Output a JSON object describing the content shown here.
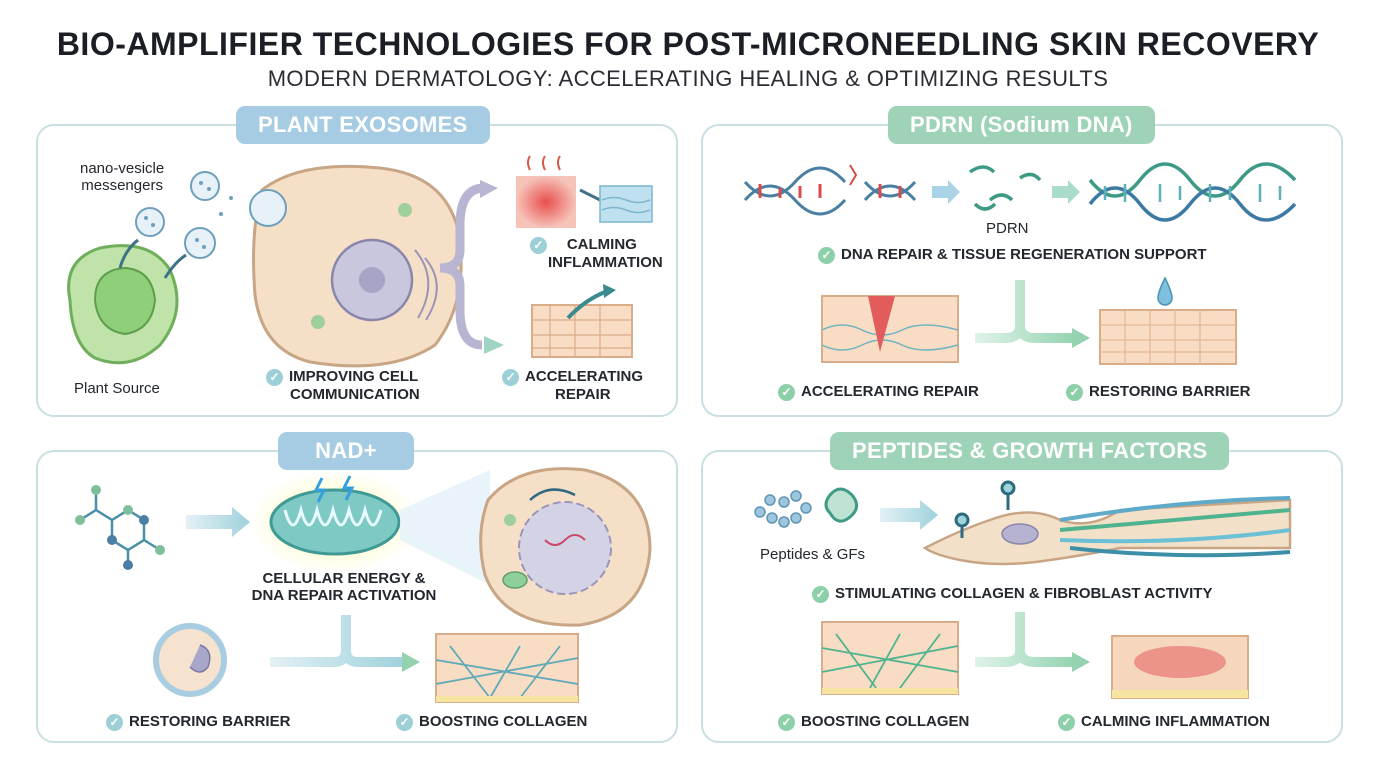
{
  "title": "BIO-AMPLIFIER TECHNOLOGIES FOR POST-MICRONEEDLING SKIN RECOVERY",
  "subtitle": "MODERN DERMATOLOGY: ACCELERATING HEALING & OPTIMIZING RESULTS",
  "colors": {
    "blue_tag": "#a6cce3",
    "green_tag": "#9fd3b8",
    "panel_border": "#c8e0e2",
    "check": "#9ccfd6"
  },
  "panels": {
    "exosomes": {
      "tag": "PLANT EXOSOMES",
      "vesicle_label_1": "nano-vesicle",
      "vesicle_label_2": "messengers",
      "source_label": "Plant Source",
      "benefit_1a": "IMPROVING CELL",
      "benefit_1b": "COMMUNICATION",
      "benefit_2a": "CALMING",
      "benefit_2b": "INFLAMMATION",
      "benefit_3a": "ACCELERATING",
      "benefit_3b": "REPAIR",
      "check_icon": "check-circle-icon"
    },
    "pdrn": {
      "tag": "PDRN (Sodium DNA)",
      "fragment_label": "PDRN",
      "benefit_main": "DNA REPAIR & TISSUE REGENERATION SUPPORT",
      "benefit_1": "ACCELERATING REPAIR",
      "benefit_2": "RESTORING BARRIER"
    },
    "nad": {
      "tag": "NAD+",
      "benefit_main_a": "CELLULAR ENERGY &",
      "benefit_main_b": "DNA REPAIR ACTIVATION",
      "benefit_1": "RESTORING BARRIER",
      "benefit_2": "BOOSTING COLLAGEN"
    },
    "peptides": {
      "tag": "PEPTIDES & GROWTH FACTORS",
      "source_label": "Peptides & GFs",
      "benefit_main": "STIMULATING COLLAGEN & FIBROBLAST ACTIVITY",
      "benefit_1": "BOOSTING COLLAGEN",
      "benefit_2": "CALMING INFLAMMATION"
    }
  }
}
